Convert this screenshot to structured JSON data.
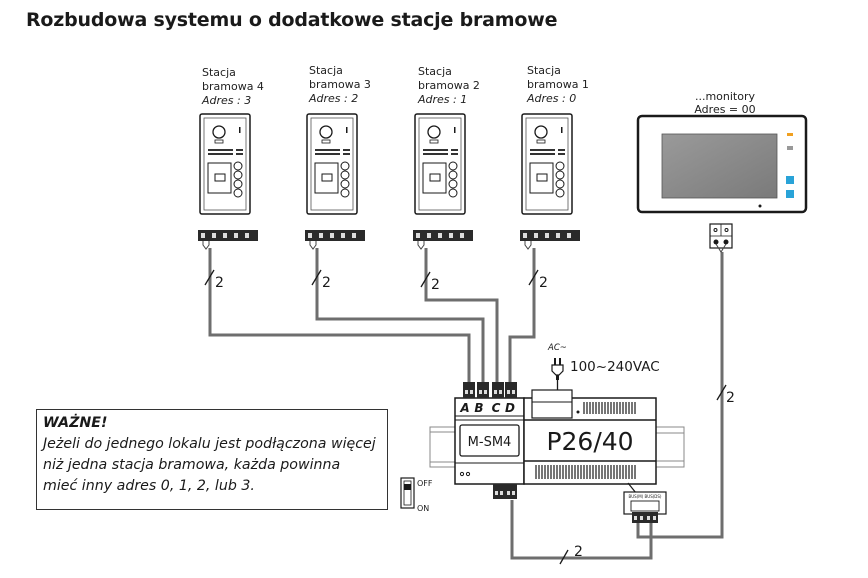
{
  "title": "Rozbudowa systemu o dodatkowe stacje bramowe",
  "stations": [
    {
      "line1": "Stacja",
      "line2": "bramowa 4",
      "address": "Adres : 3"
    },
    {
      "line1": "Stacja",
      "line2": "bramowa 3",
      "address": "Adres : 2"
    },
    {
      "line1": "Stacja",
      "line2": "bramowa 2",
      "address": "Adres : 1"
    },
    {
      "line1": "Stacja",
      "line2": "bramowa 1",
      "address": "Adres : 0"
    }
  ],
  "monitor": {
    "line1": "...monitory",
    "line2": "Adres = 00"
  },
  "wire_count_label": "2",
  "switcher": {
    "name": "M-SM4",
    "ports": [
      "A",
      "B",
      "C",
      "D"
    ]
  },
  "power_supply": {
    "name": "P26/40",
    "ac_label": "AC~",
    "voltage": "100~240VAC"
  },
  "bus_distributor": {
    "label": "BUS(M) BUS(DS)"
  },
  "dip_switch": {
    "off": "OFF",
    "on": "ON"
  },
  "note": {
    "header": "WAŻNE!",
    "line1": "Jeżeli do jednego lokalu jest podłączona więcej",
    "line2": "niż jedna stacja bramowa, każda powinna",
    "line3": "mieć inny adres 0, 1, 2, lub 3."
  },
  "colors": {
    "wire": "#6e6e6e",
    "outline": "#1a1a1a",
    "led_orange": "#f0a020",
    "button_blue": "#29a3d8"
  }
}
